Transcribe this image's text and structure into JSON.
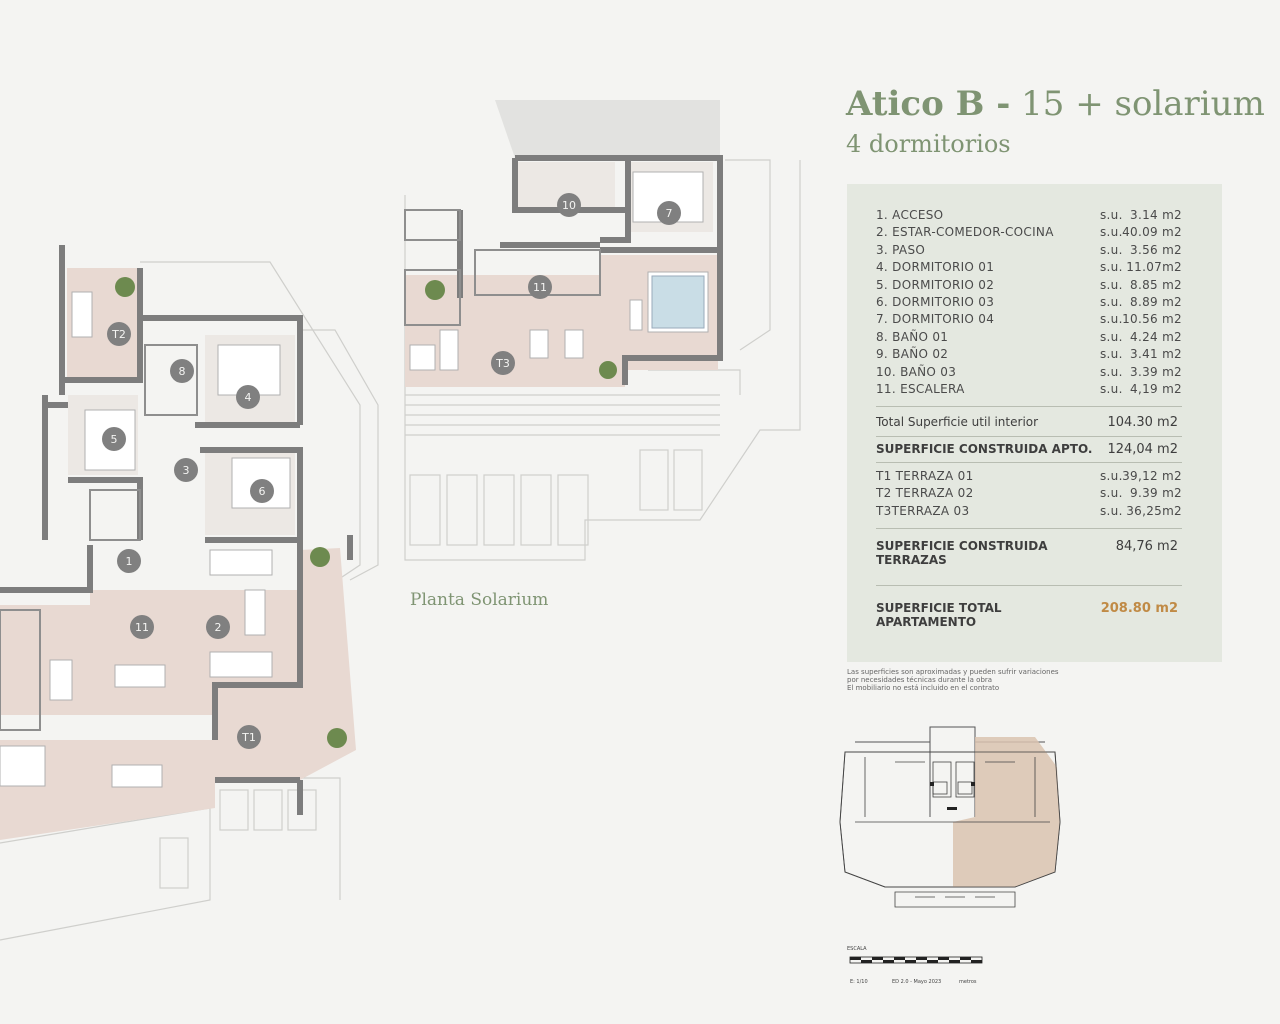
{
  "header": {
    "title_bold": "Atico B -",
    "title_rest": "15 + solarium",
    "subtitle": "4 dormitorios"
  },
  "rooms": [
    {
      "label": "1. ACCESO",
      "su": "s.u.",
      "value": "3.14 m2"
    },
    {
      "label": "2. ESTAR-COMEDOR-COCINA",
      "su": "s.u.",
      "value": "40.09 m2"
    },
    {
      "label": "3. PASO",
      "su": "s.u.",
      "value": "3.56 m2"
    },
    {
      "label": "4. DORMITORIO 01",
      "su": "s.u.",
      "value": "11.07m2"
    },
    {
      "label": "5. DORMITORIO 02",
      "su": "s.u.",
      "value": "8.85 m2"
    },
    {
      "label": "6. DORMITORIO 03",
      "su": "s.u.",
      "value": "8.89 m2"
    },
    {
      "label": "7. DORMITORIO 04",
      "su": "s.u.",
      "value": "10.56 m2"
    },
    {
      "label": "8. BAÑO 01",
      "su": "s.u.",
      "value": "4.24 m2"
    },
    {
      "label": "9. BAÑO 02",
      "su": "s.u.",
      "value": "3.41 m2"
    },
    {
      "label": "10. BAÑO 03",
      "su": "s.u.",
      "value": "3.39 m2"
    },
    {
      "label": "11. ESCALERA",
      "su": "s.u.",
      "value": "4,19 m2"
    }
  ],
  "totals": {
    "util_label": "Total Superficie util interior",
    "util_value": "104.30 m2",
    "construida_label": "SUPERFICIE CONSTRUIDA APTO.",
    "construida_value": "124,04 m2",
    "terrazas_construida_label_1": "SUPERFICIE CONSTRUIDA",
    "terrazas_construida_label_2": "TERRAZAS",
    "terrazas_construida_value": "84,76 m2",
    "total_label_1": "SUPERFICIE TOTAL",
    "total_label_2": "APARTAMENTO",
    "total_value": "208.80 m2"
  },
  "terraces": [
    {
      "label": "T1 TERRAZA 01",
      "su": "s.u.",
      "value": "39,12 m2"
    },
    {
      "label": "T2 TERRAZA 02",
      "su": "s.u.",
      "value": "9.39 m2"
    },
    {
      "label": "T3TERRAZA 03",
      "su": "s.u.",
      "value": "36,25m2"
    }
  ],
  "note": {
    "line1": "Las superficies son aproximadas y pueden sufrir variaciones",
    "line2": "por necesidades técnicas durante la obra",
    "line3": "El mobiliario no está incluido en el contrato"
  },
  "plan": {
    "solarium_caption": "Planta Solarium",
    "labels": [
      "1",
      "2",
      "3",
      "4",
      "5",
      "6",
      "7",
      "8",
      "10",
      "11",
      "11",
      "T1",
      "T2",
      "T3"
    ]
  },
  "scale": {
    "title": "ESCALA",
    "left": "E: 1/10",
    "mid": "ED 2.0 - Mayo 2023",
    "right": "metros"
  },
  "colors": {
    "accent_green": "#7f9473",
    "panel_bg": "#e4e8e0",
    "terrace_pink": "#e8d9d2",
    "wall_gray": "#7d7d7d",
    "total_value_orange": "#c08a45",
    "keyplan_highlight": "#d9c3b0"
  }
}
